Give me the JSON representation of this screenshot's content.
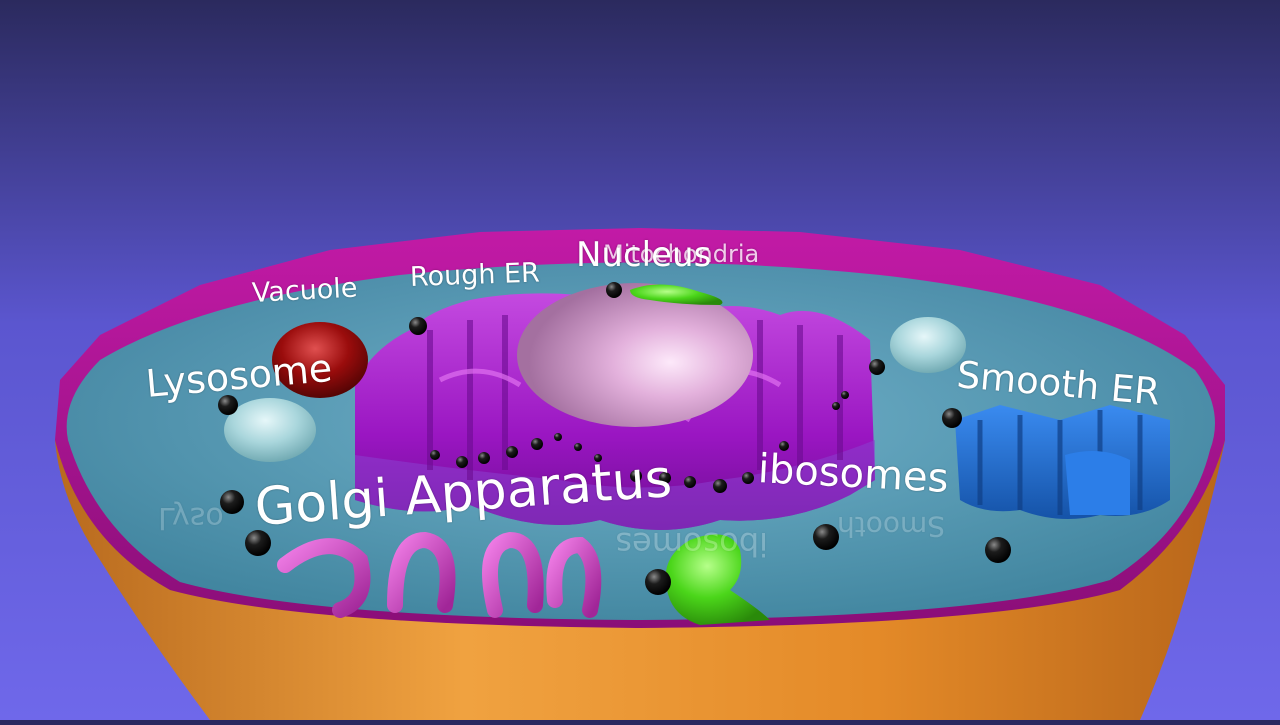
{
  "scene": {
    "kind": "3d-animal-cell-cutaway",
    "colors": {
      "background_top": "#2b2a5e",
      "background_bottom": "#6b63e6",
      "cell_membrane": "#b0169a",
      "cytoplasm": "#4aa3b5",
      "outer_shell": "#e88f2e",
      "rough_er": "#a21fc8",
      "nucleus": "#d7a3d0",
      "golgi": "#d14cc7",
      "smooth_er": "#1e6fd1",
      "mitochondria": "#4bd61a",
      "lysosome": "#9b0f0f",
      "vacuole": "#a9d6dc",
      "ribosome": "#111111"
    }
  },
  "labels": {
    "vacuole": "Vacuole",
    "rough_er": "Rough ER",
    "nucleus": "Nucleus",
    "mitochondria": "Mitochondria",
    "lysosome": "Lysosome",
    "smooth_er": "Smooth ER",
    "ribosomes": "ibosomes",
    "golgi": "Golgi Apparatus"
  },
  "reflections": {
    "lysosome": "Lyso",
    "ribosomes": "ibosomes",
    "smooth_er": "Smooth"
  }
}
